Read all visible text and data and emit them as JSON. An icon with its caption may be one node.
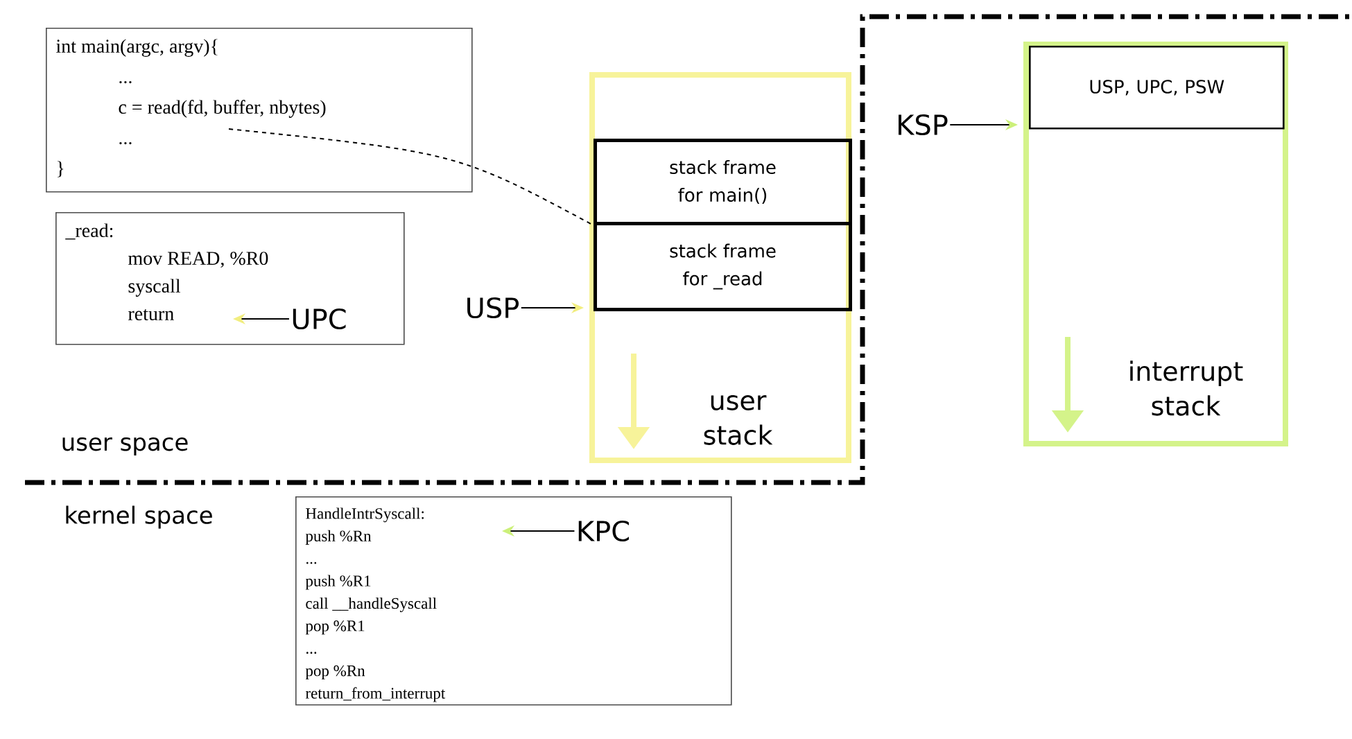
{
  "diagram": {
    "nodes": [
      {
        "text": [
          "int main(argc, argv){",
          "...",
          "c = read(fd, buffer, nbytes)",
          "...",
          "}"
        ]
      },
      {
        "text": [
          "_read:",
          "mov READ, %R0",
          "syscall",
          "return"
        ]
      },
      {
        "text": [
          "user stack"
        ]
      },
      {
        "text": [
          "stack frame for main()"
        ],
        "in": 2
      },
      {
        "text": [
          "stack frame for _read"
        ],
        "in": 2
      },
      {
        "text": [
          "interrupt stack"
        ]
      },
      {
        "text": [
          "USP, UPC, PSW"
        ],
        "in": 5
      },
      {
        "text": [
          "HandleIntrSyscall:",
          "push %Rn",
          "...",
          "push %R1",
          "call __handleSyscall",
          "pop %R1",
          "...",
          "pop %Rn",
          "return_from_interrupt"
        ]
      },
      {
        "text": [
          "USP"
        ]
      },
      {
        "text": [
          "UPC"
        ],
        "in": 1
      },
      {
        "text": [
          "KSP"
        ]
      },
      {
        "text": [
          "KPC"
        ],
        "in": 7
      }
    ],
    "edges": [
      {
        "from": 0,
        "to": 3,
        "arrow": "none",
        "style": "dashed"
      },
      {
        "from": 8,
        "to": 2,
        "arrow": "to"
      },
      {
        "from": 9,
        "to": 1,
        "arrow": "to"
      },
      {
        "from": 10,
        "to": 5,
        "arrow": "to"
      },
      {
        "from": 11,
        "to": 7,
        "arrow": "to"
      }
    ],
    "labels": [
      "user space",
      "kernel space"
    ]
  }
}
